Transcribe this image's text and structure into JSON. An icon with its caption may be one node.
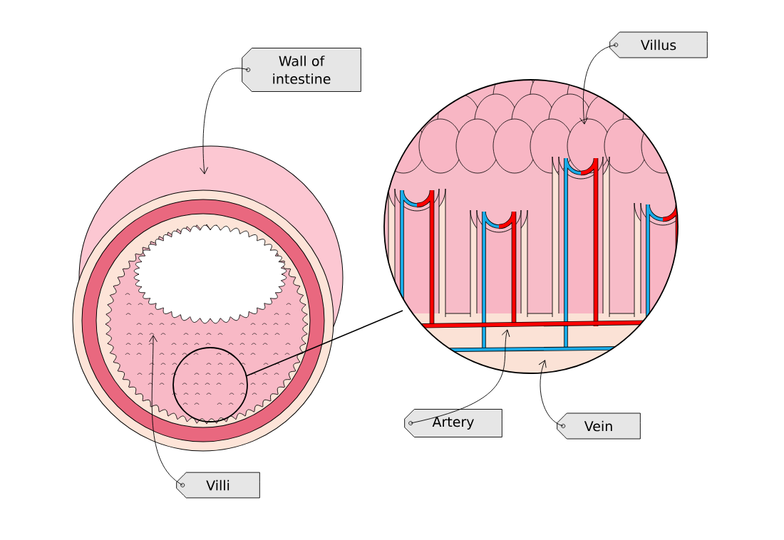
{
  "diagram": {
    "nodes": [
      {
        "text": [
          "Wall of intestine"
        ]
      },
      {
        "text": [
          "Villus"
        ]
      },
      {
        "text": [
          "Artery"
        ]
      },
      {
        "text": [
          "Vein"
        ]
      },
      {
        "text": [
          "Villi"
        ]
      }
    ],
    "edges": [
      {
        "from": 0,
        "to": null,
        "arrow": "to"
      },
      {
        "from": 1,
        "to": null,
        "arrow": "to"
      },
      {
        "from": 2,
        "to": null,
        "arrow": "to"
      },
      {
        "from": 3,
        "to": null,
        "arrow": "to"
      },
      {
        "from": 4,
        "to": null,
        "arrow": "to"
      }
    ]
  }
}
